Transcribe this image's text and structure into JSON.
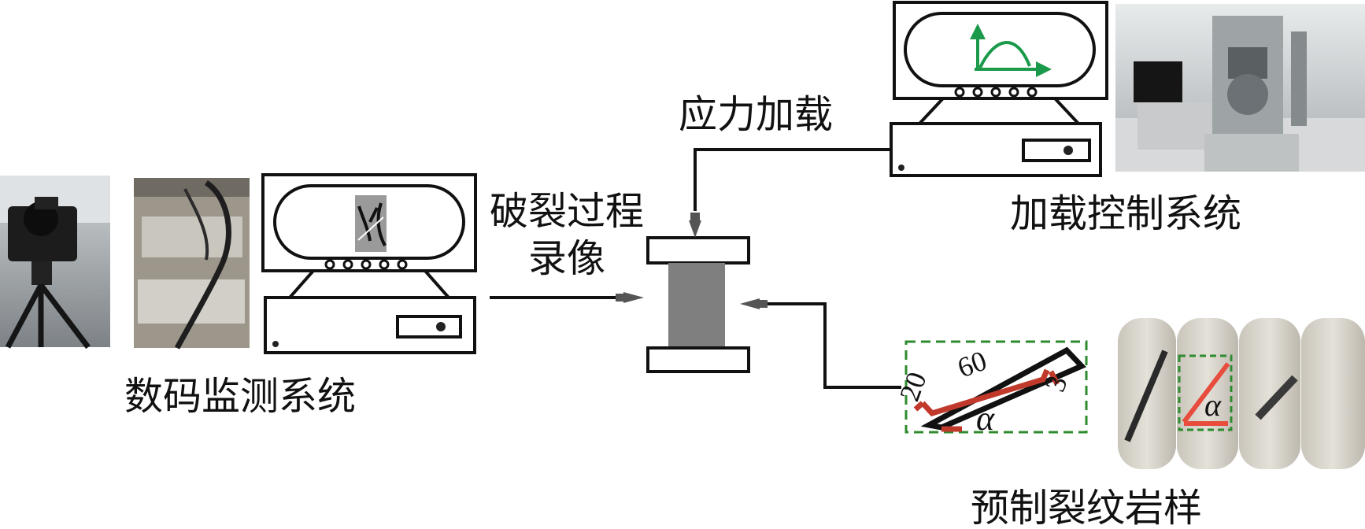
{
  "labels": {
    "digital_monitoring": "数码监测系统",
    "fracture_recording_line1": "破裂过程",
    "fracture_recording_line2": "录像",
    "stress_loading": "应力加载",
    "loading_control": "加载控制系统",
    "precracked_sample": "预制裂纹岩样"
  },
  "crack_sketch": {
    "length_label": "60",
    "width_label": "20",
    "thickness_label": "3",
    "angle_label": "α"
  },
  "sample_photo": {
    "angle_label": "α"
  },
  "colors": {
    "line": "#111111",
    "specimen": "#777777",
    "crack_red": "#c0392b",
    "dashed_green": "#2e8b2e",
    "curve_green": "#1a9a4a"
  }
}
